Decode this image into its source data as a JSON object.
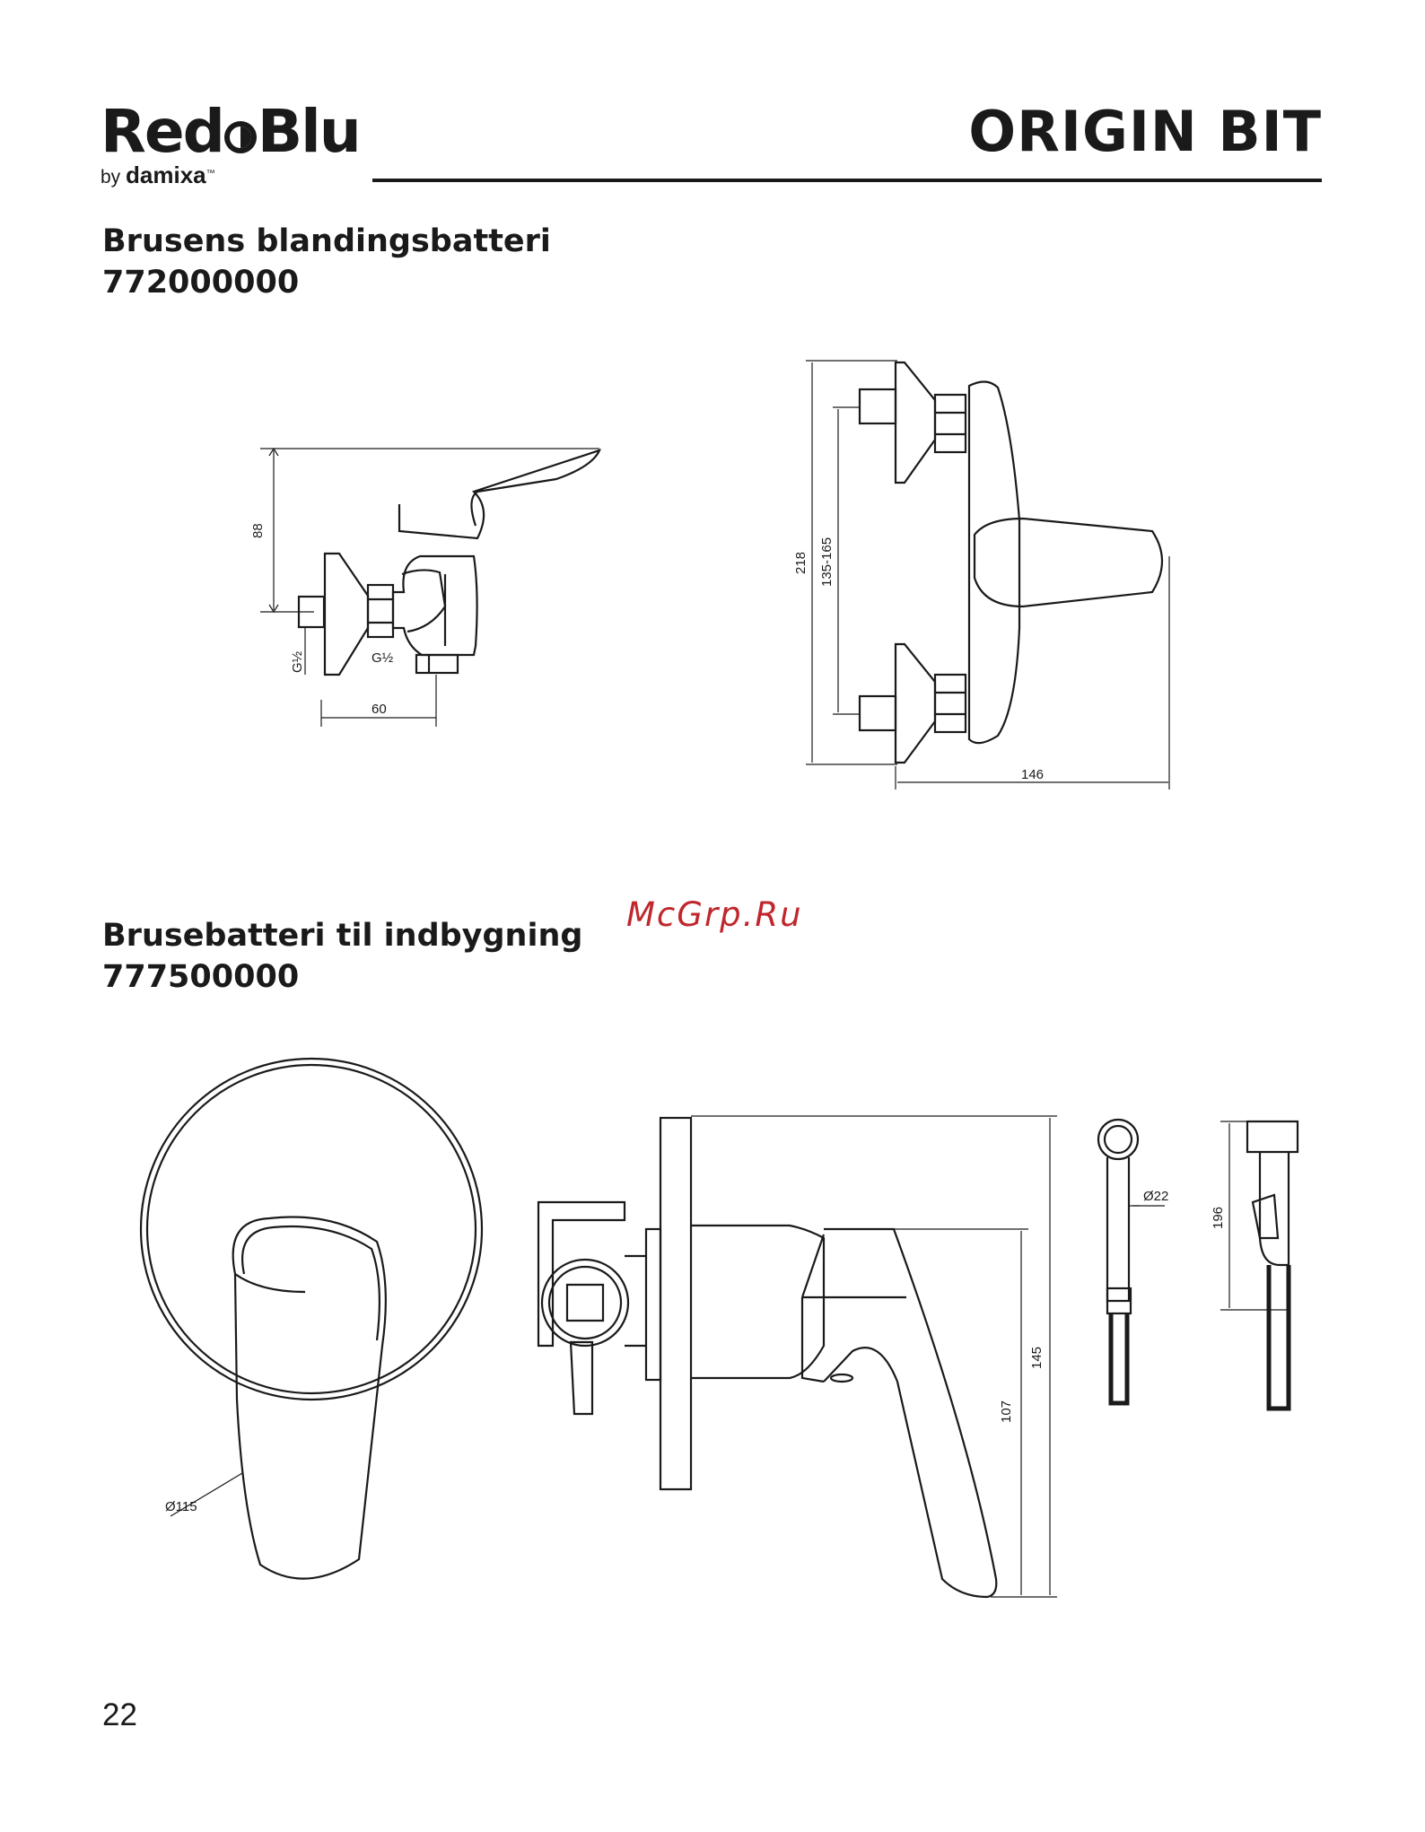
{
  "header": {
    "logo_text": "Red◐Blu",
    "logo_by": "by",
    "logo_brand": "damixa",
    "logo_tm": "™",
    "title": "ORIGIN BIT"
  },
  "sections": [
    {
      "title": "Brusens blandingsbatteri",
      "code": "772000000",
      "dimensions": [
        "88",
        "G½",
        "G½",
        "60",
        "218",
        "135-165",
        "146"
      ]
    },
    {
      "title": "Brusebatteri til indbygning",
      "code": "777500000",
      "dimensions": [
        "Ø115",
        "107",
        "145",
        "Ø22",
        "196"
      ]
    }
  ],
  "watermark": "McGrp.Ru",
  "page_number": "22"
}
